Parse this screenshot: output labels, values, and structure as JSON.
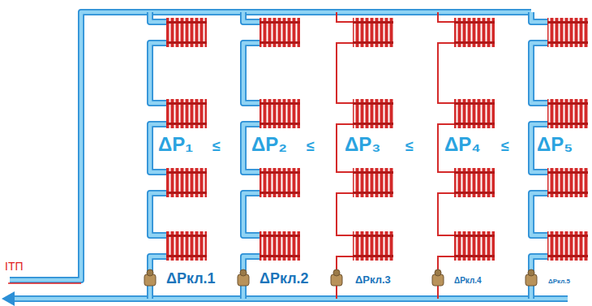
{
  "diagram": {
    "labels": [
      "ITП",
      "ΔP₁",
      "≤",
      "ΔP₂",
      "≤",
      "ΔP₃",
      "≤",
      "ΔP₄",
      "≤",
      "ΔP₅",
      "ΔPкл.1",
      "ΔPкл.2",
      "ΔPкл.3",
      "ΔPкл.4",
      "ΔPкл.5"
    ]
  }
}
